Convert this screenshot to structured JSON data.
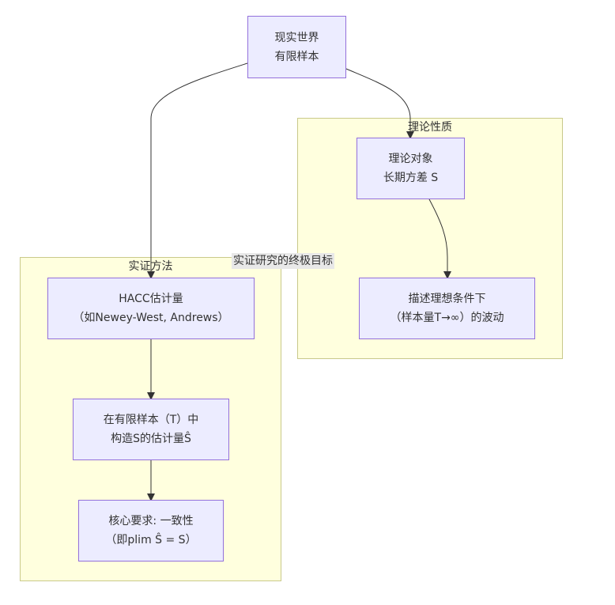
{
  "clusters": {
    "theory": {
      "title": "理论性质"
    },
    "empirical": {
      "title": "实证方法"
    }
  },
  "nodes": {
    "real_world": {
      "line1": "现实世界",
      "line2": "有限样本"
    },
    "theory_object": {
      "line1": "理论对象",
      "line2": "长期方差 S"
    },
    "ideal_fluctuation": {
      "line1": "描述理想条件下",
      "line2": "（样本量T→∞）的波动"
    },
    "hacc_estimator": {
      "line1": "HACC估计量",
      "line2": "（如Newey-West, Andrews）"
    },
    "construct_estimator": {
      "line1": "在有限样本（T）中",
      "line2": "构造S的估计量Ŝ"
    },
    "core_requirement": {
      "line1": "核心要求: 一致性",
      "line2": "（即plim Ŝ = S）"
    }
  },
  "edge_labels": {
    "ultimate_goal": "实证研究的终极目标"
  },
  "colors": {
    "node_fill": "#ececff",
    "node_stroke": "#9370db",
    "cluster_fill": "#ffffde",
    "cluster_stroke": "#c9c98a",
    "edge": "#333333"
  }
}
